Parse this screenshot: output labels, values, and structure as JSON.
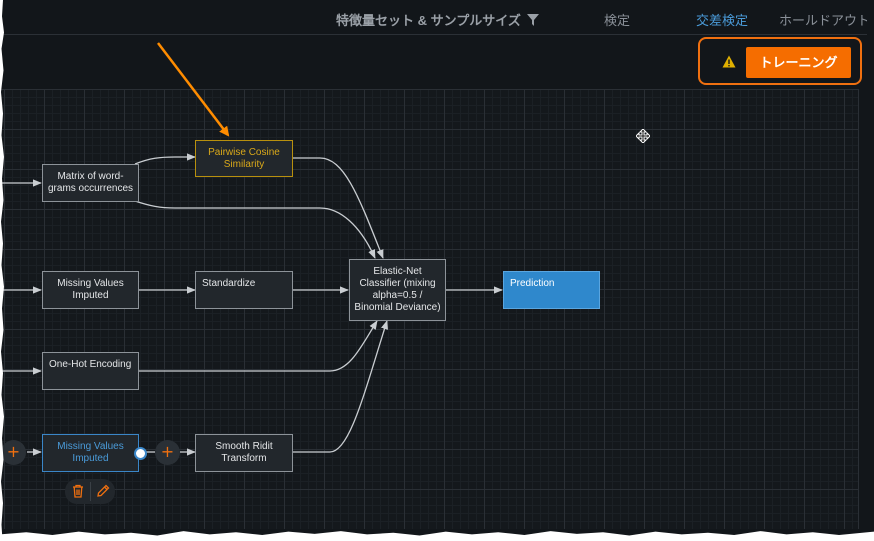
{
  "header": {
    "tabs": [
      {
        "label": "特徴量セット & サンプルサイズ",
        "has_filter_icon": true
      },
      {
        "label": "検定"
      },
      {
        "label": "交差検定",
        "active": true
      },
      {
        "label": "ホールドアウト"
      }
    ]
  },
  "train": {
    "button_label": "トレーニング",
    "warning_icon": "warning-triangle-icon"
  },
  "colors": {
    "accent_orange": "#f56d00",
    "highlight_gold": "#d9a81a",
    "selected_blue": "#4a9bd9",
    "prediction_blue": "#2f88cc",
    "background": "#12161a"
  },
  "blueprint": {
    "nodes": [
      {
        "id": "matrix",
        "label": "Matrix of word-grams occurrences"
      },
      {
        "id": "pairwise",
        "label": "Pairwise Cosine Similarity",
        "state": "highlighted"
      },
      {
        "id": "missing1",
        "label": "Missing Values Imputed"
      },
      {
        "id": "standardize",
        "label": "Standardize"
      },
      {
        "id": "onehot",
        "label": "One-Hot Encoding"
      },
      {
        "id": "missing2",
        "label": "Missing Values Imputed",
        "state": "selected"
      },
      {
        "id": "ridit",
        "label": "Smooth Ridit Transform"
      },
      {
        "id": "elasticnet",
        "label": "Elastic-Net Classifier (mixing alpha=0.5 / Binomial Deviance)"
      },
      {
        "id": "prediction",
        "label": "Prediction"
      }
    ],
    "edges": [
      [
        "input",
        "matrix"
      ],
      [
        "matrix",
        "pairwise"
      ],
      [
        "matrix",
        "elasticnet"
      ],
      [
        "pairwise",
        "elasticnet"
      ],
      [
        "input",
        "missing1"
      ],
      [
        "missing1",
        "standardize"
      ],
      [
        "standardize",
        "elasticnet"
      ],
      [
        "input",
        "onehot"
      ],
      [
        "onehot",
        "elasticnet"
      ],
      [
        "missing2",
        "ridit"
      ],
      [
        "ridit",
        "elasticnet"
      ],
      [
        "elasticnet",
        "prediction"
      ]
    ],
    "add_button_symbol": "+",
    "node_actions": [
      "delete",
      "edit"
    ]
  },
  "annotation": {
    "arrow_color": "#ff8c00",
    "points_to": "Pairwise Cosine Similarity"
  }
}
